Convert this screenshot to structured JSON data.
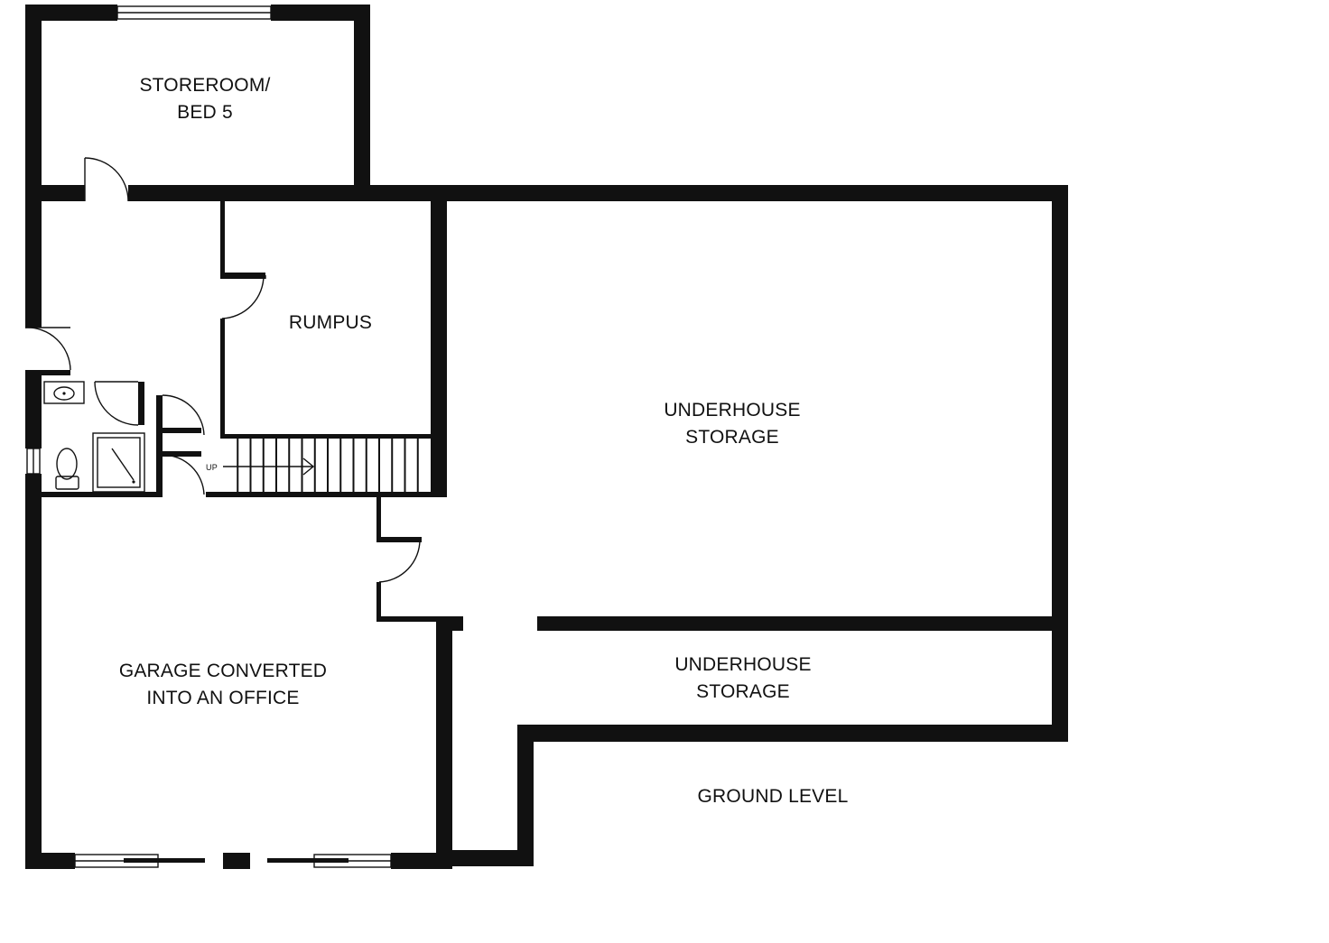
{
  "rooms": {
    "storeroom": {
      "line1": "STOREROOM/",
      "line2": "BED 5"
    },
    "rumpus": {
      "line1": "RUMPUS"
    },
    "underhouse_1": {
      "line1": "UNDERHOUSE",
      "line2": "STORAGE"
    },
    "underhouse_2": {
      "line1": "UNDERHOUSE",
      "line2": "STORAGE"
    },
    "garage": {
      "line1": "GARAGE CONVERTED",
      "line2": "INTO AN OFFICE"
    },
    "ground": {
      "line1": "GROUND LEVEL"
    }
  },
  "stairs": {
    "up_label": "UP"
  },
  "colors": {
    "wall": "#111111",
    "background": "#ffffff"
  }
}
